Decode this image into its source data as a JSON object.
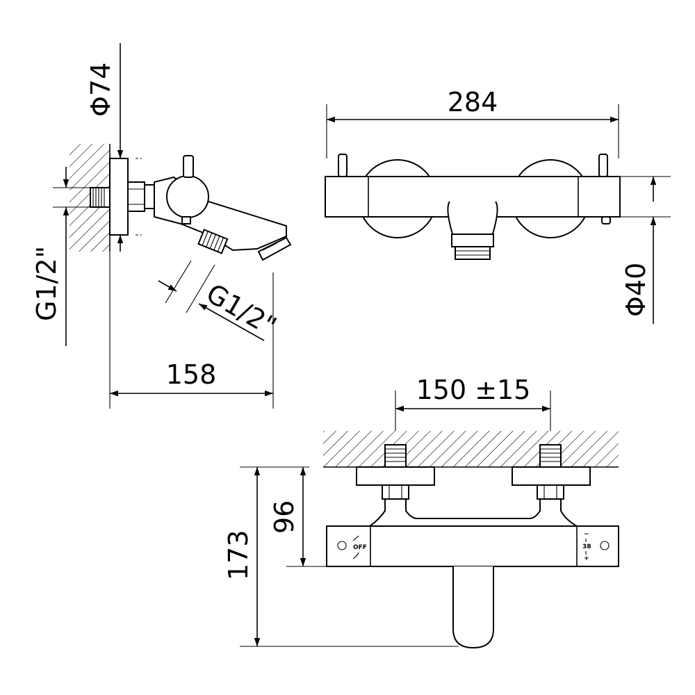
{
  "dimensions": {
    "diameter_74": "Φ74",
    "thread_left": "G1/2\"",
    "thread_outlet": "G1/2\"",
    "depth_158": "158",
    "width_284": "284",
    "diameter_40": "Φ40",
    "spacing": "150 ±15",
    "height_173": "173",
    "height_96": "96"
  },
  "handle_labels": {
    "off": "OFF",
    "temp": "38",
    "minus": "−",
    "plus": "+"
  }
}
